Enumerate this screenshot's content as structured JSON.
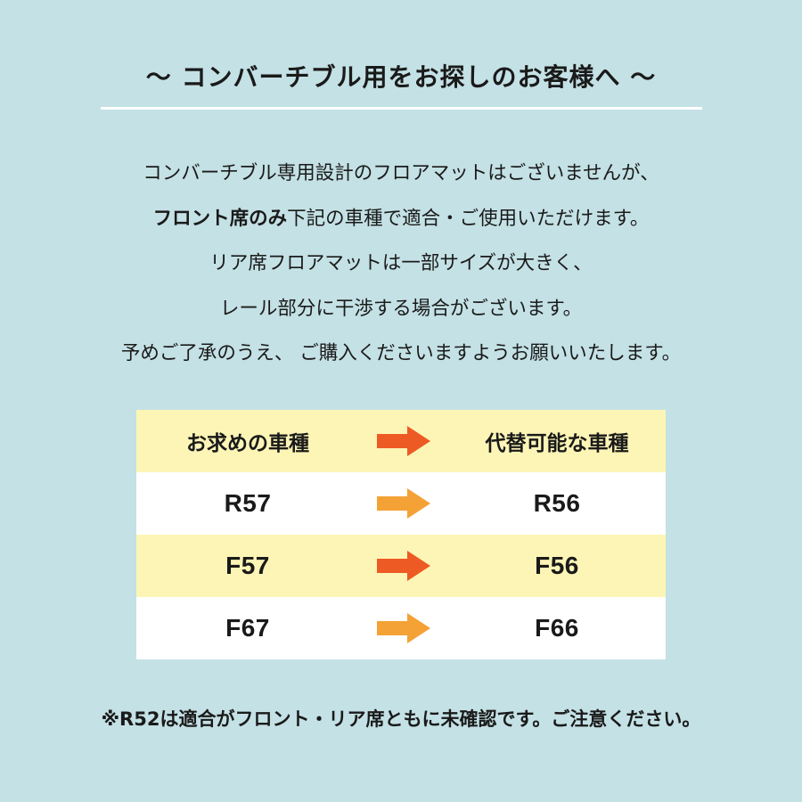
{
  "heading": {
    "title": "～ コンバーチブル用をお探しのお客様へ ～"
  },
  "intro": {
    "line1": "コンバーチブル専用設計のフロアマットはございませんが、",
    "line2_bold": "フロント席のみ",
    "line2_rest": "下記の車種で適合・ご使用いただけます。",
    "line3": "リア席フロアマットは一部サイズが大きく、",
    "line4": "レール部分に干渉する場合がございます。",
    "line5": "予めご了承のうえ、 ご購入くださいますようお願いいたします。"
  },
  "table": {
    "header_left": "お求めの車種",
    "header_right": "代替可能な車種",
    "rows": [
      {
        "from": "R57",
        "to": "R56"
      },
      {
        "from": "F57",
        "to": "F56"
      },
      {
        "from": "F67",
        "to": "F66"
      }
    ]
  },
  "colors": {
    "background": "#c4e1e5",
    "row_yellow": "#fdf5b6",
    "row_white": "#ffffff",
    "arrow_red": "#ee5a24",
    "arrow_orange": "#f4a236"
  },
  "note": {
    "text": "※R52は適合がフロント・リア席ともに未確認です。ご注意ください。"
  }
}
